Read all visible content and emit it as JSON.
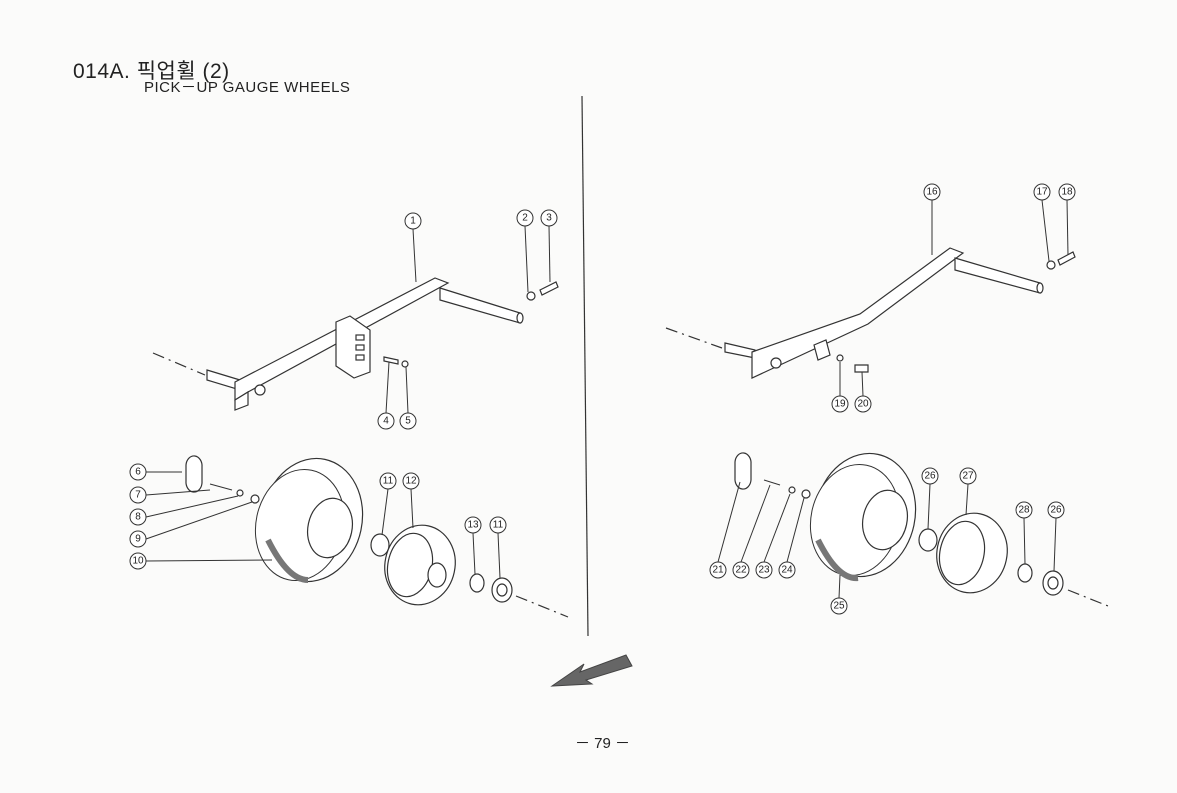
{
  "header": {
    "title": "014A. 픽업휠 (2)",
    "subtitle": "PICK－UP GAUGE WHEELS"
  },
  "callouts": [
    "1",
    "2",
    "3",
    "4",
    "5",
    "6",
    "7",
    "8",
    "9",
    "10",
    "11",
    "12",
    "13",
    "11",
    "16",
    "17",
    "18",
    "19",
    "20",
    "21",
    "22",
    "23",
    "24",
    "25",
    "26",
    "27",
    "28",
    "26"
  ],
  "page_number": "－ 79 －",
  "icons": {
    "arrow": "direction-arrow-icon"
  }
}
